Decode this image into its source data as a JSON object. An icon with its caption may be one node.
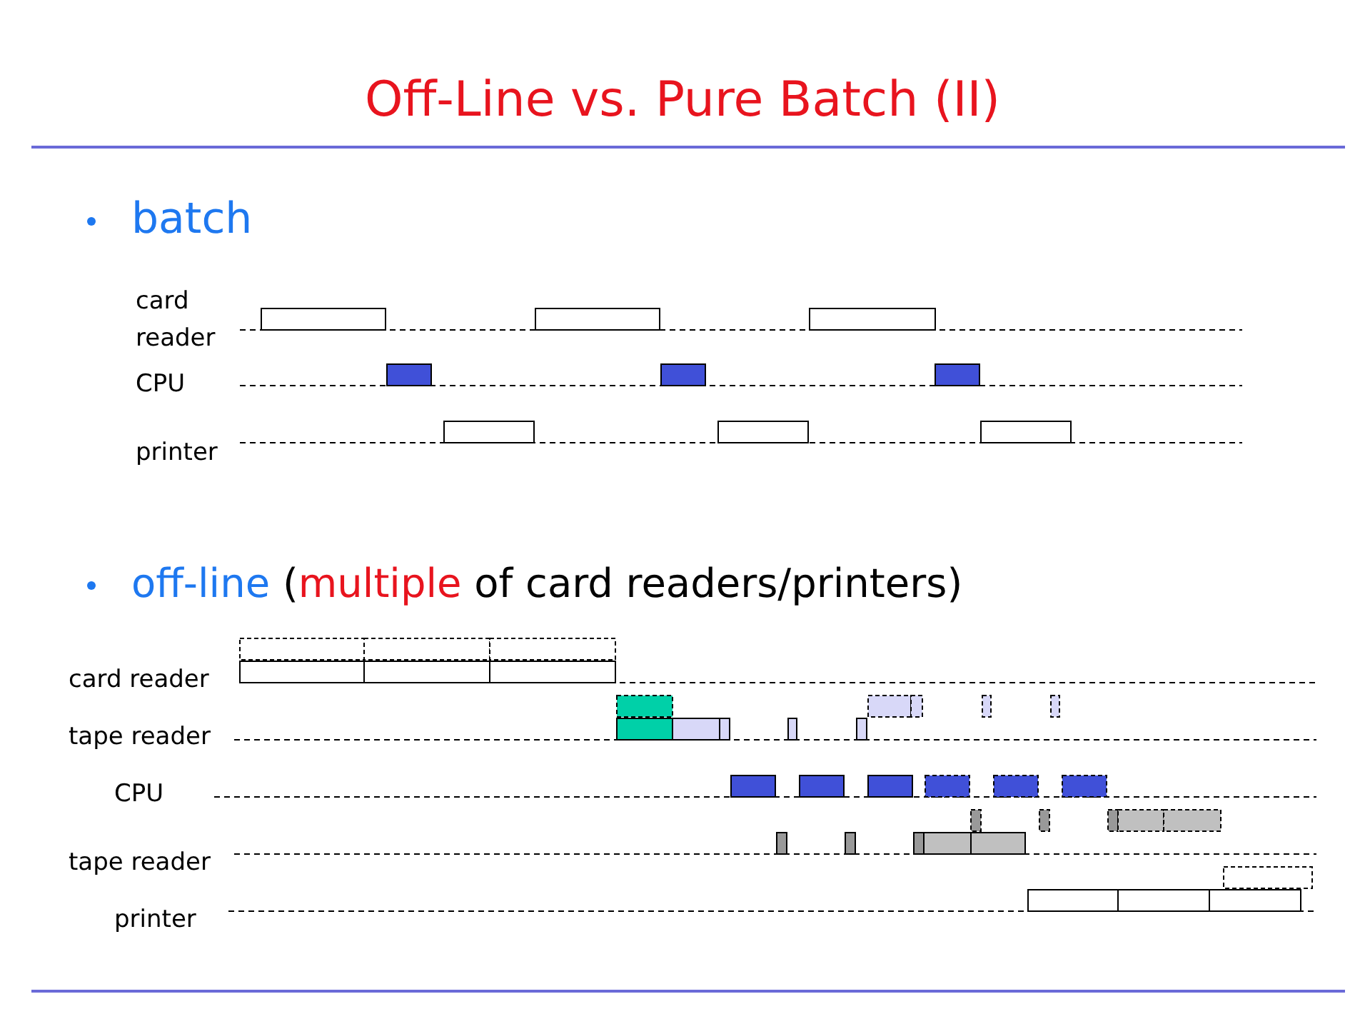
{
  "diagram": {
    "title": "Off-Line vs. Pure Batch (II)",
    "labels": [
      "batch",
      "card reader",
      "CPU",
      "printer",
      "off-line",
      "(",
      "multiple",
      "of card readers/printers)",
      "card reader",
      "tape reader",
      "CPU",
      "tape reader",
      "printer"
    ]
  }
}
